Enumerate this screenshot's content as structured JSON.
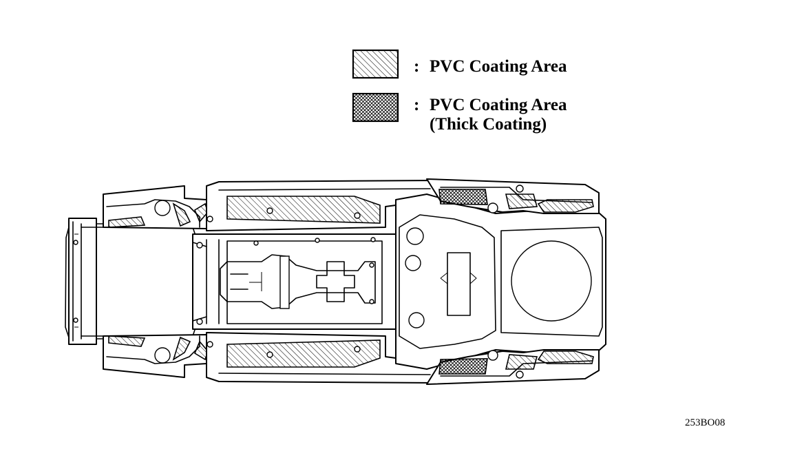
{
  "legend": {
    "items": [
      {
        "marker": ":",
        "label": "PVC Coating Area",
        "pattern": "diagonal-hatch"
      },
      {
        "marker": ":",
        "label": "PVC Coating Area",
        "sublabel": "(Thick Coating)",
        "pattern": "cross-hatch"
      }
    ]
  },
  "figure_code": "253BO08",
  "colors": {
    "ink": "#000000",
    "paper": "#ffffff"
  }
}
